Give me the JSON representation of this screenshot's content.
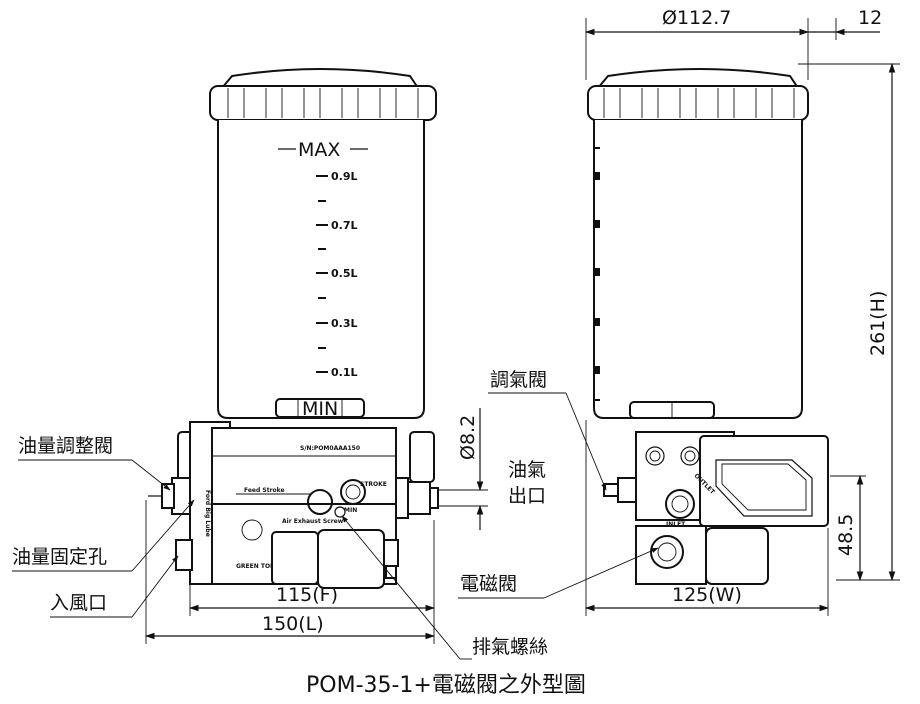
{
  "caption": "POM-35-1+電磁閥之外型圖",
  "tank_scale": {
    "max_label": "MAX",
    "min_label": "MIN",
    "marks": [
      "0.9L",
      "0.7L",
      "0.5L",
      "0.3L",
      "0.1L"
    ]
  },
  "front_panel": {
    "serial": "S/N:POM0AAA150",
    "air_exhaust": "Air Exhaust Screw",
    "feed_stroke": "Feed Stroke",
    "adjust_note": "GREEN TONE",
    "side_text": "Ford Big Lube",
    "knob_label": "STROKE",
    "knob_sub": "MIN"
  },
  "side_panel": {
    "outlet": "OUTLET",
    "inlet": "INLET"
  },
  "dimensions": {
    "top_diameter": "Ø112.7",
    "top_offset": "12",
    "height": "261(H)",
    "bottom_height": "48.5",
    "width": "125(W)",
    "front_inner": "115(F)",
    "front_length": "150(L)",
    "outlet_diameter": "Ø8.2"
  },
  "labels": {
    "oil_adjust_valve": "油量調整閥",
    "oil_fix_hole": "油量固定孔",
    "air_inlet": "入風口",
    "exhaust_screw": "排氣螺絲",
    "air_adjust_valve": "調氣閥",
    "air_outlet_1": "油氣",
    "air_outlet_2": "出口",
    "solenoid_valve": "電磁閥"
  }
}
